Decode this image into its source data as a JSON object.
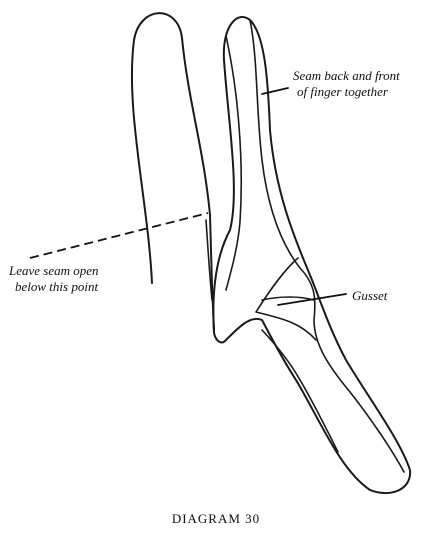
{
  "annotations": {
    "seam_back_front": [
      "Seam back and front",
      "of finger together"
    ],
    "leave_seam_open": [
      "Leave seam open",
      "below this point"
    ],
    "gusset": "Gusset"
  },
  "caption": "DIAGRAM 30"
}
